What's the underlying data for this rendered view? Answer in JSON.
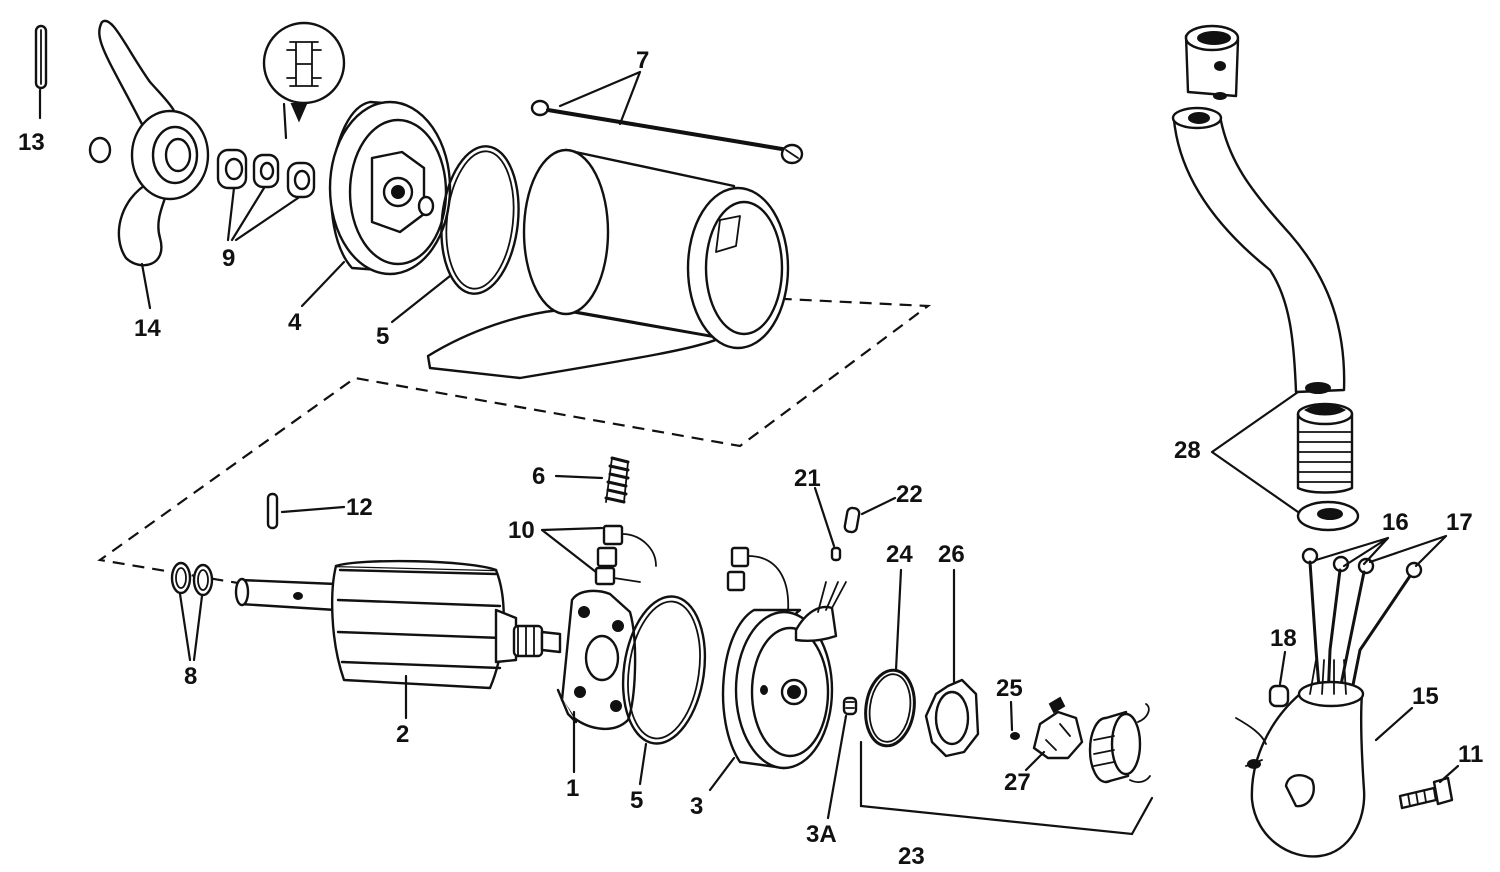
{
  "diagram": {
    "callouts": {
      "c1": "1",
      "c2": "2",
      "c3": "3",
      "c3a": "3A",
      "c4": "4",
      "c5a": "5",
      "c5b": "5",
      "c6": "6",
      "c7": "7",
      "c8": "8",
      "c9": "9",
      "c10": "10",
      "c11": "11",
      "c12": "12",
      "c13": "13",
      "c14": "14",
      "c15": "15",
      "c16": "16",
      "c17": "17",
      "c18": "18",
      "c21": "21",
      "c22": "22",
      "c23": "23",
      "c24": "24",
      "c25": "25",
      "c26": "26",
      "c27": "27",
      "c28": "28"
    }
  }
}
